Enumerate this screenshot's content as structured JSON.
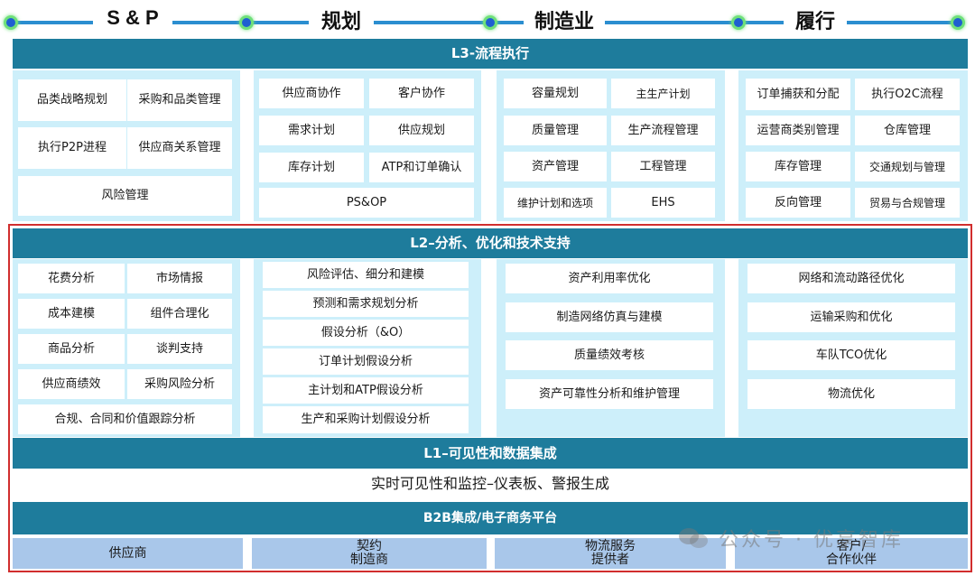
{
  "header": {
    "labels": [
      "S & P",
      "规划",
      "制造业",
      "履行"
    ]
  },
  "l3": {
    "title": "L3-流程执行",
    "col1": [
      "品类战略规划",
      "采购和品类管理",
      "执行P2P进程",
      "供应商关系管理",
      "风险管理"
    ],
    "col2": [
      "供应商协作",
      "客户协作",
      "需求计划",
      "供应规划",
      "库存计划",
      "ATP和订单确认",
      "PS&OP"
    ],
    "col3": [
      "容量规划",
      "主生产计划",
      "质量管理",
      "生产流程管理",
      "资产管理",
      "工程管理",
      "维护计划和选项",
      "EHS"
    ],
    "col4": [
      "订单捕获和分配",
      "执行O2C流程",
      "运营商类别管理",
      "仓库管理",
      "库存管理",
      "交通规划与管理",
      "反向管理",
      "贸易与合规管理"
    ]
  },
  "l2": {
    "title": "L2–分析、优化和技术支持",
    "col1": [
      "花费分析",
      "市场情报",
      "成本建模",
      "组件合理化",
      "商品分析",
      "谈判支持",
      "供应商绩效",
      "采购风险分析",
      "合规、合同和价值跟踪分析"
    ],
    "col2": [
      "风险评估、细分和建模",
      "预测和需求规划分析",
      "假设分析（&O）",
      "订单计划假设分析",
      "主计划和ATP假设分析",
      "生产和采购计划假设分析"
    ],
    "col3": [
      "资产利用率优化",
      "制造网络仿真与建模",
      "质量绩效考核",
      "资产可靠性分析和维护管理"
    ],
    "col4": [
      "网络和流动路径优化",
      "运输采购和优化",
      "车队TCO优化",
      "物流优化"
    ]
  },
  "l1": {
    "title": "L1–可见性和数据集成",
    "body": "实时可见性和监控–仪表板、警报生成"
  },
  "b2b": {
    "title": "B2B集成/电子商务平台",
    "partners": [
      "供应商",
      "契约\n制造商",
      "物流服务\n提供者",
      "客户/\n合作伙伴"
    ]
  },
  "watermark": "公众号 · 优享智库",
  "colors": {
    "banner": "#1e7c9c",
    "column_bg": "#cdeffa",
    "partner_bg": "#a9c7ea",
    "frame": "#d12e2e",
    "header_line": "#2b8ed0",
    "header_dot": "#1f5fd1",
    "header_dot_glow": "#6fe07a"
  }
}
